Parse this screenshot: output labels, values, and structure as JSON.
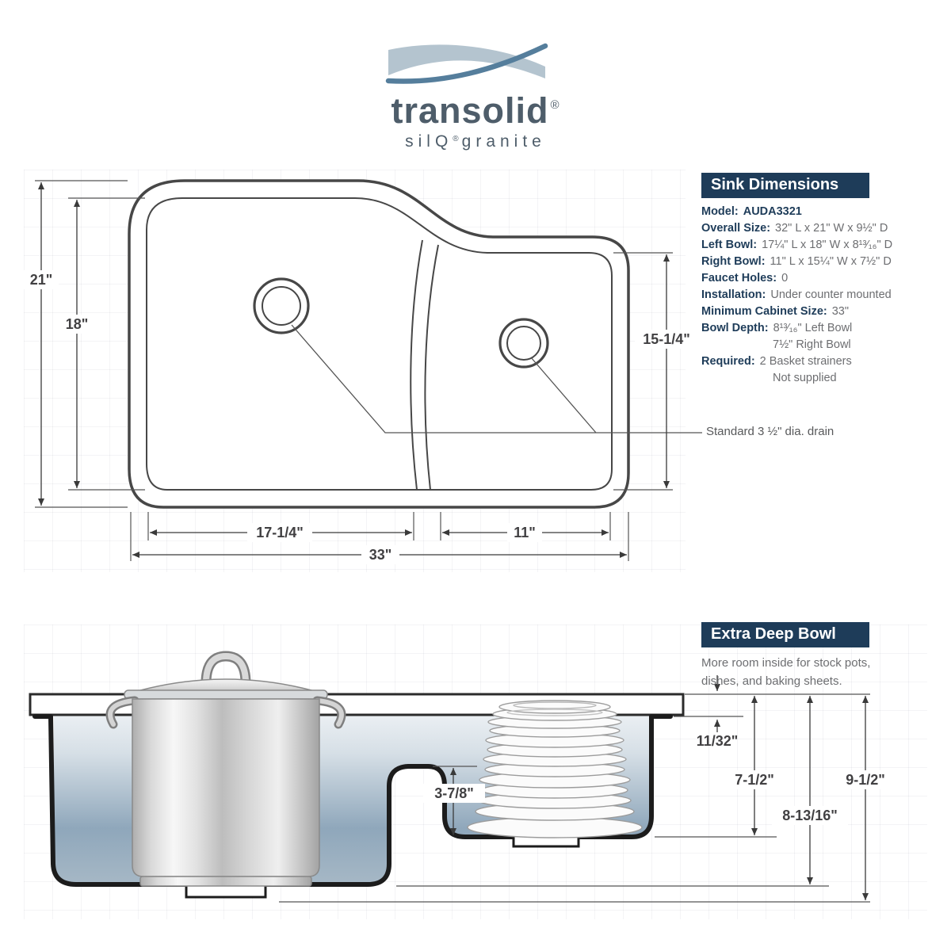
{
  "brand": {
    "name": "transolid",
    "reg": "®",
    "sub_silq": "silQ",
    "sub_reg": "®",
    "sub_granite": "granite"
  },
  "spec_panel": {
    "title": "Sink Dimensions",
    "rows": [
      {
        "label": "Model:",
        "value": "AUDA3321"
      },
      {
        "label": "Overall Size:",
        "value": "32\" L x 21\" W x 9½\" D"
      },
      {
        "label": "Left Bowl:",
        "value": "17¼\" L x 18\" W x 8¹³⁄₁₆\" D"
      },
      {
        "label": "Right Bowl:",
        "value": "11\" L x 15¼\" W x 7½\" D"
      },
      {
        "label": "Faucet Holes:",
        "value": "0"
      },
      {
        "label": "Installation:",
        "value": "Under counter mounted"
      },
      {
        "label": "Minimum Cabinet Size:",
        "value": "33\""
      },
      {
        "label": "Bowl Depth:",
        "value": "8¹³⁄₁₆\" Left Bowl",
        "value2": "7½\" Right Bowl"
      },
      {
        "label": "Required:",
        "value": "2 Basket strainers",
        "value2": "Not supplied"
      }
    ]
  },
  "top_diagram": {
    "dim_overall_height": "21\"",
    "dim_left_bowl_width": "18\"",
    "dim_right_bowl_height": "15-1/4\"",
    "dim_left_bowl_length": "17-1/4\"",
    "dim_right_bowl_length": "11\"",
    "dim_overall_length": "33\"",
    "drain_note": "Standard 3 ½\" dia. drain"
  },
  "extra_deep_panel": {
    "title": "Extra Deep Bowl",
    "line1": "More room inside for stock pots,",
    "line2": "dishes, and baking sheets."
  },
  "section_diagram": {
    "dim_reveal": "11/32\"",
    "dim_divider_to_bottom": "3-7/8\"",
    "dim_right_bowl_depth": "7-1/2\"",
    "dim_left_bowl_depth": "8-13/16\"",
    "dim_overall_depth": "9-1/2\""
  },
  "colors": {
    "navy": "#1e3c59",
    "text_gray": "#6d6e71",
    "slate_logo": "#4e5d6a",
    "swoosh_light": "#b4c4cf",
    "swoosh_dark": "#557e9c",
    "steel_blue": "#92a9bd"
  }
}
